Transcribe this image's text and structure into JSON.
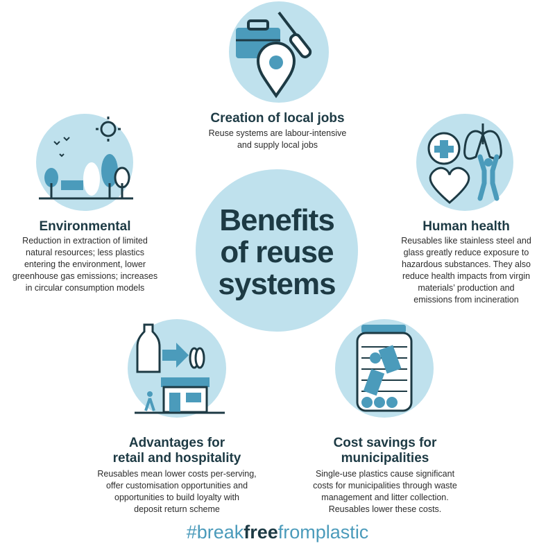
{
  "center": {
    "line1": "Benefits",
    "line2": "of reuse",
    "line3": "systems"
  },
  "sections": {
    "jobs": {
      "title": "Creation of local jobs",
      "desc1": "Reuse systems are labour-intensive",
      "desc2": "and supply local jobs"
    },
    "environmental": {
      "title": "Environmental",
      "desc": [
        "Reduction in extraction of limited",
        "natural resources; less plastics",
        "entering the environment, lower",
        "greenhouse gas emissions; increases",
        "in circular consumption models"
      ]
    },
    "health": {
      "title": "Human health",
      "desc": [
        "Reusables like stainless steel and",
        "glass greatly reduce exposure to",
        "hazardous substances. They also",
        "reduce health impacts from virgin",
        "materials’ production and",
        "emissions from incineration"
      ]
    },
    "retail": {
      "title1": "Advantages for",
      "title2": "retail and hospitality",
      "desc": [
        "Reusables mean lower costs per-serving,",
        "offer customisation opportunities and",
        "opportunities to build loyalty with",
        "deposit return scheme"
      ]
    },
    "cost": {
      "title1": "Cost savings for",
      "title2": "municipalities",
      "desc": [
        "Single-use plastics cause significant",
        "costs for municipalities through waste",
        "management and litter collection.",
        "Reusables lower these costs."
      ]
    }
  },
  "hashtag": {
    "pre": "#break",
    "bold": "free",
    "post": "fromplastic"
  },
  "colors": {
    "circle": "#bfe1ed",
    "dark": "#1d3a44",
    "accent": "#4b9bbb"
  }
}
